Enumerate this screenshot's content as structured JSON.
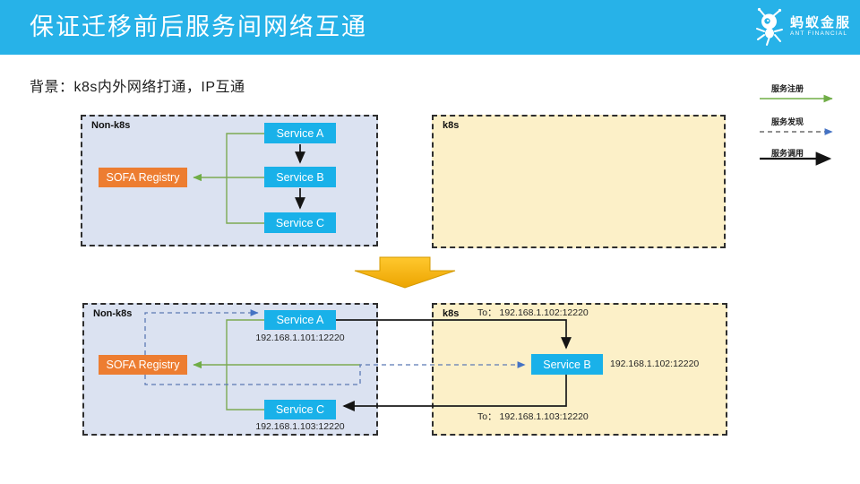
{
  "slide": {
    "title": "保证迁移前后服务间网络互通",
    "brand": {
      "name_cn": "蚂蚁金服",
      "name_en": "ANT FINANCIAL"
    },
    "background_note": "背景：k8s内外网络打通，IP互通"
  },
  "legend": {
    "items": [
      {
        "label": "服务注册",
        "style": "green-solid"
      },
      {
        "label": "服务发现",
        "style": "blue-dashed"
      },
      {
        "label": "服务调用",
        "style": "black-solid"
      }
    ]
  },
  "diagram_before": {
    "non_k8s": {
      "label": "Non-k8s",
      "registry_label": "SOFA Registry",
      "services": [
        {
          "label": "Service A"
        },
        {
          "label": "Service B"
        },
        {
          "label": "Service C"
        }
      ]
    },
    "k8s": {
      "label": "k8s"
    }
  },
  "diagram_after": {
    "non_k8s": {
      "label": "Non-k8s",
      "registry_label": "SOFA Registry",
      "service_a": {
        "label": "Service A",
        "address": "192.168.1.101:12220"
      },
      "service_c": {
        "label": "Service C",
        "address": "192.168.1.103:12220"
      }
    },
    "k8s": {
      "label": "k8s",
      "service_b": {
        "label": "Service B",
        "address": "192.168.1.102:12220"
      },
      "route_to_b": "To： 192.168.1.102:12220",
      "route_to_c": "To： 192.168.1.103:12220"
    }
  },
  "colors": {
    "header_blue": "#27b2e8",
    "service_blue": "#19b1e9",
    "registry_orange": "#ed7d31",
    "non_k8s_fill": "#dbe2f1",
    "k8s_fill": "#fcf0c8",
    "register_green": "#70ad47",
    "discover_blue": "#4472c4",
    "invoke_black": "#1b1b1b",
    "transition_arrow_gold": "#f6b600"
  }
}
